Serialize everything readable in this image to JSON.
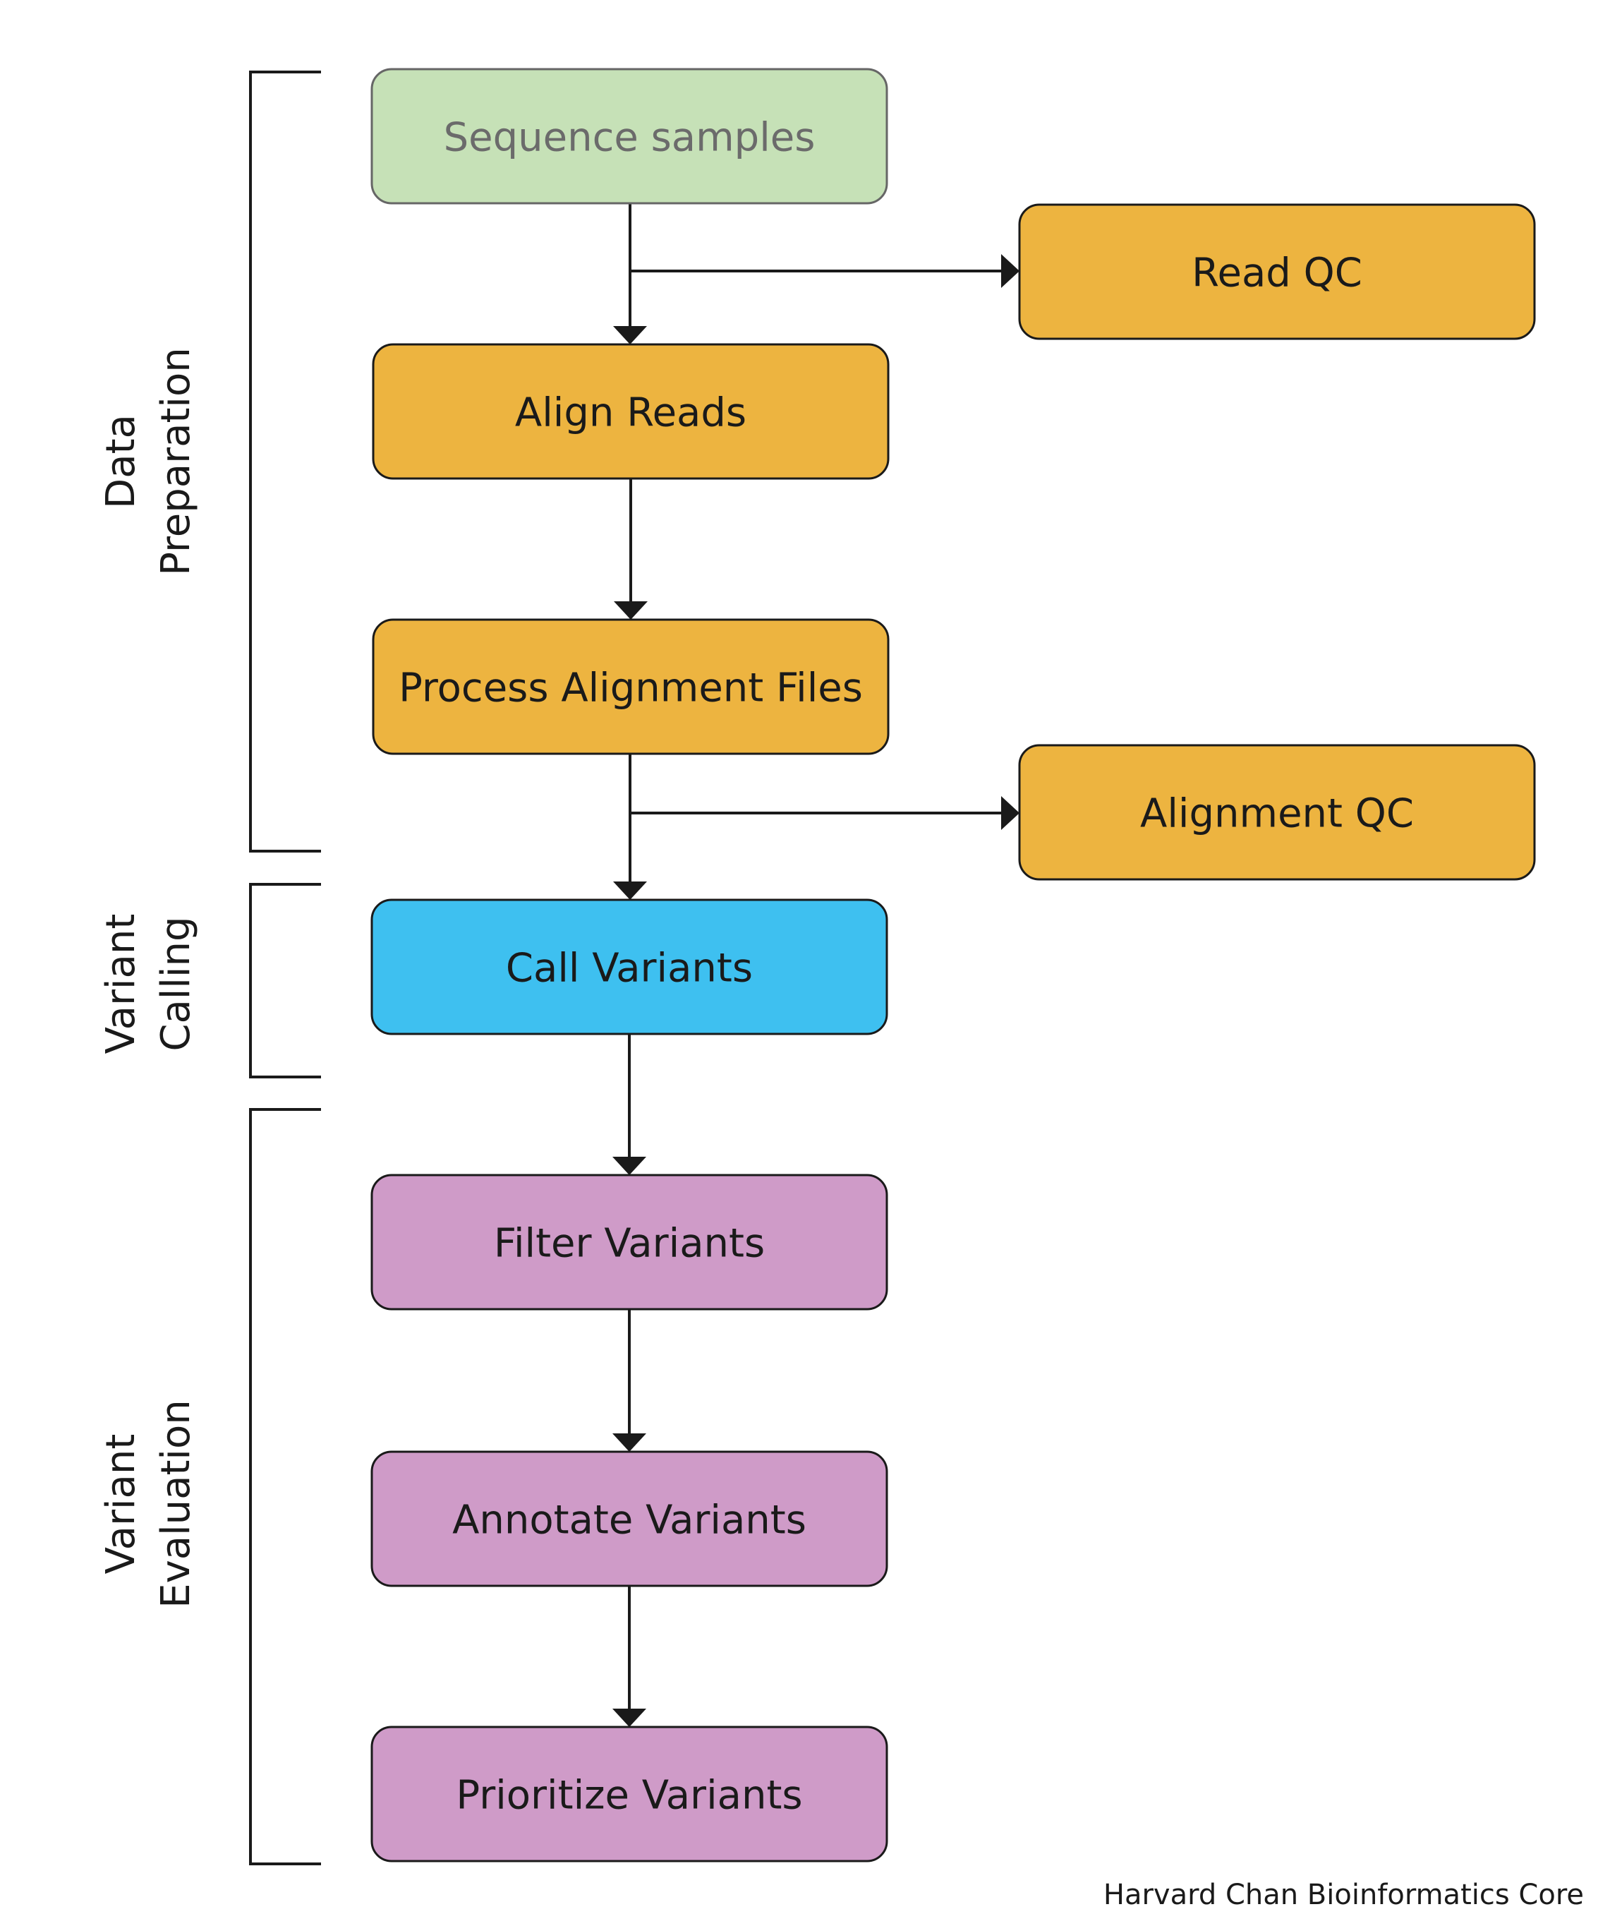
{
  "nodes": [
    {
      "id": "sequence",
      "label": "Sequence samples",
      "fill": "#c6e1b7",
      "text_color": "#6b6b6b"
    },
    {
      "id": "readqc",
      "label": "Read QC",
      "fill": "#edb440",
      "text_color": "#1a1a1a"
    },
    {
      "id": "align",
      "label": "Align Reads",
      "fill": "#edb440",
      "text_color": "#1a1a1a"
    },
    {
      "id": "process",
      "label": "Process Alignment Files",
      "fill": "#edb440",
      "text_color": "#1a1a1a"
    },
    {
      "id": "alignqc",
      "label": "Alignment QC",
      "fill": "#edb440",
      "text_color": "#1a1a1a"
    },
    {
      "id": "call",
      "label": "Call Variants",
      "fill": "#3ec0f0",
      "text_color": "#1a1a1a"
    },
    {
      "id": "filter",
      "label": "Filter Variants",
      "fill": "#cf9bc8",
      "text_color": "#1a1a1a"
    },
    {
      "id": "annotate",
      "label": "Annotate Variants",
      "fill": "#cf9bc8",
      "text_color": "#1a1a1a"
    },
    {
      "id": "prioritize",
      "label": "Prioritize Variants",
      "fill": "#cf9bc8",
      "text_color": "#1a1a1a"
    }
  ],
  "edges": [
    {
      "from": "sequence",
      "to": "align"
    },
    {
      "from": "sequence",
      "to": "readqc"
    },
    {
      "from": "align",
      "to": "process"
    },
    {
      "from": "process",
      "to": "call"
    },
    {
      "from": "process",
      "to": "alignqc"
    },
    {
      "from": "call",
      "to": "filter"
    },
    {
      "from": "filter",
      "to": "annotate"
    },
    {
      "from": "annotate",
      "to": "prioritize"
    }
  ],
  "phases": [
    {
      "id": "data-preparation",
      "lines": [
        "Data",
        "Preparation"
      ]
    },
    {
      "id": "variant-calling",
      "lines": [
        "Variant",
        "Calling"
      ]
    },
    {
      "id": "variant-evaluation",
      "lines": [
        "Variant",
        "Evaluation"
      ]
    }
  ],
  "credit": "Harvard Chan Bioinformatics Core"
}
